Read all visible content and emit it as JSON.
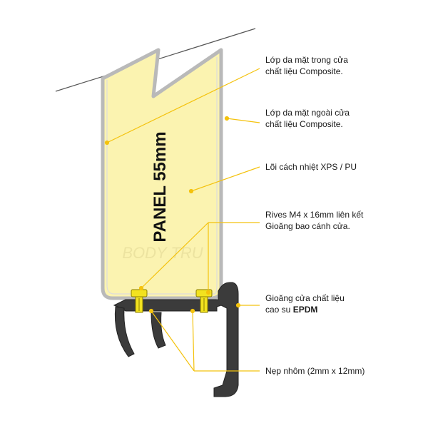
{
  "panel_label": "PANEL 55mm",
  "watermark": "BODY TRU",
  "colors": {
    "panel_fill": "#fbf3b0",
    "frame": "#b9b9b9",
    "leader": "#f4c20d",
    "gasket": "#3b3b3b",
    "rivet": "#f2e21f"
  },
  "callouts": [
    {
      "line1": "Lớp da mặt trong cửa",
      "line2": "chất liệu Composite."
    },
    {
      "line1": "Lớp da mặt ngoài cửa",
      "line2": "chất liệu Composite."
    },
    {
      "line1": "Lõi cách nhiệt XPS / PU",
      "line2": ""
    },
    {
      "line1": "Rives M4 x 16mm liên kết",
      "line2": "Gioăng bao cánh cửa."
    },
    {
      "line1": "Gioăng cửa chất liệu",
      "line2": "cao su ",
      "line2_bold": "EPDM"
    },
    {
      "line1": "Nẹp nhôm (2mm x 12mm)",
      "line2": ""
    }
  ]
}
